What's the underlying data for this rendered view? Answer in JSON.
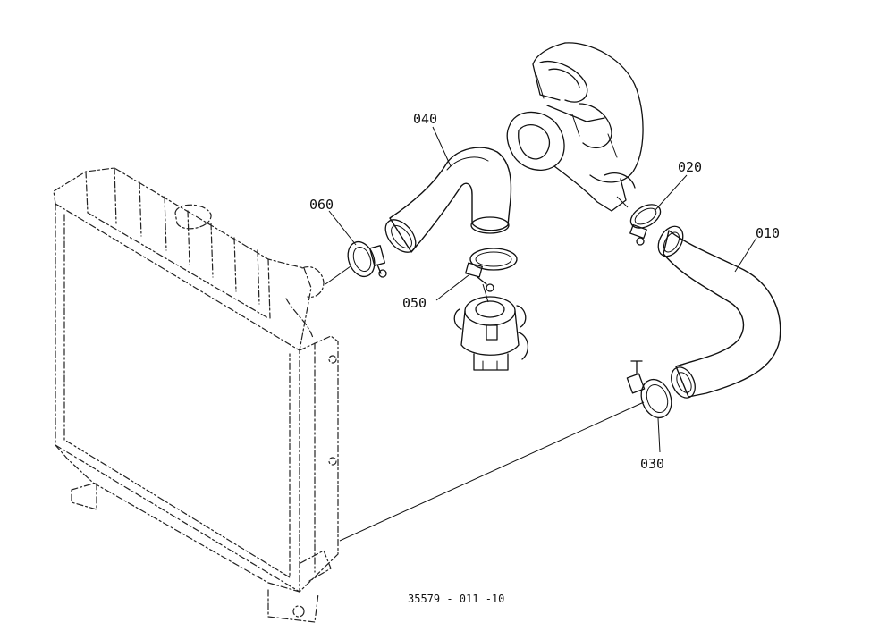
{
  "parts": [
    {
      "id": "p010",
      "label": "010"
    },
    {
      "id": "p020",
      "label": "020"
    },
    {
      "id": "p030",
      "label": "030"
    },
    {
      "id": "p040",
      "label": "040"
    },
    {
      "id": "p050",
      "label": "050"
    },
    {
      "id": "p060",
      "label": "060"
    }
  ],
  "drawing_code": "35579 - 011 -10"
}
